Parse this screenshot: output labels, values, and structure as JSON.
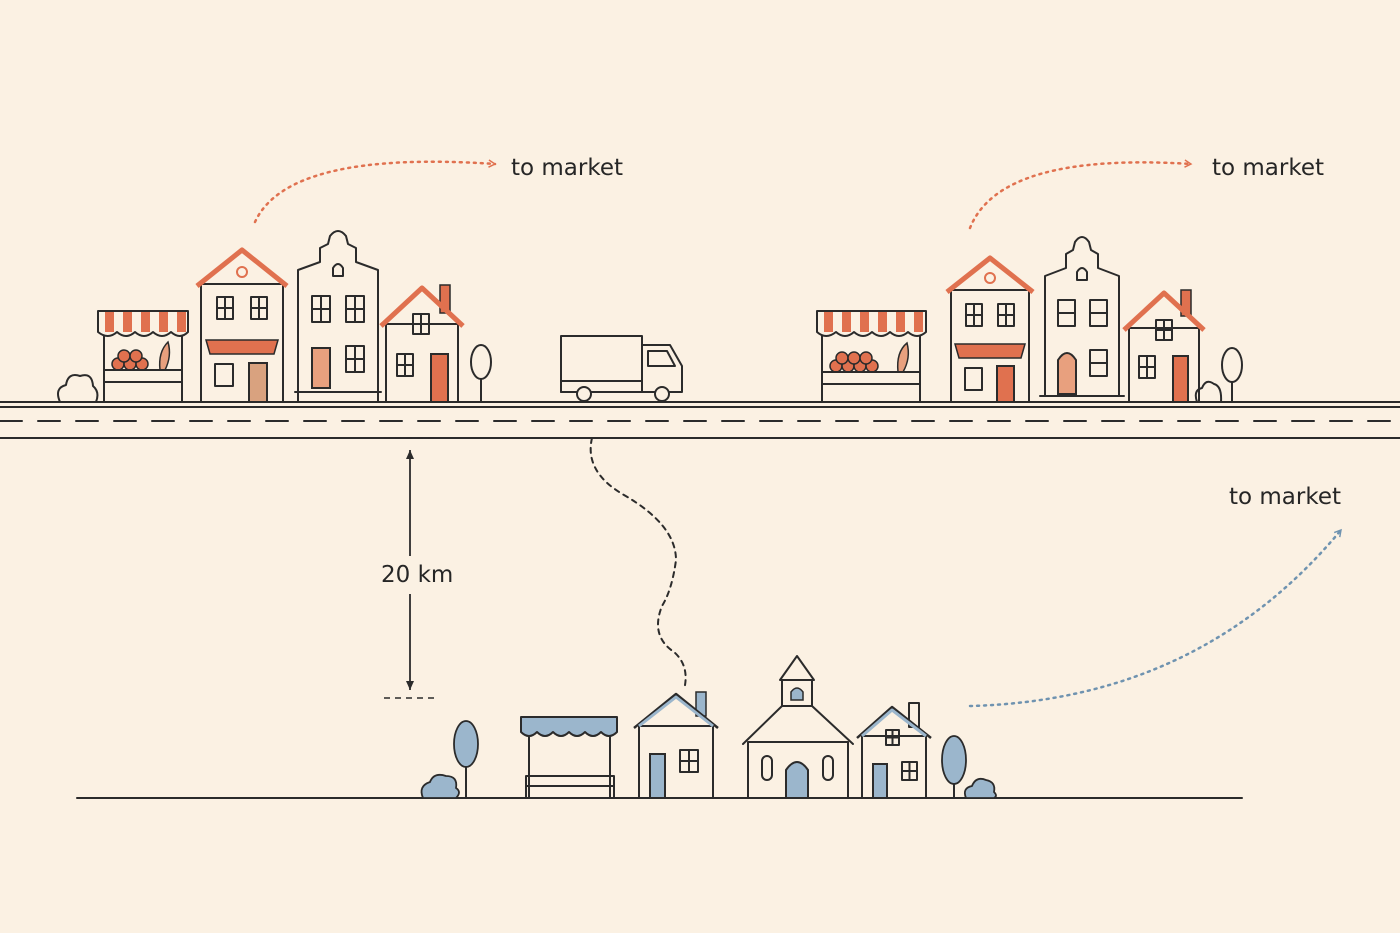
{
  "labels": {
    "market_town_left": "to market",
    "market_town_right": "to market",
    "market_village": "to market",
    "distance": "20 km"
  },
  "icons": {
    "vehicle": "truck-icon",
    "market_stall": "market-stall-icon",
    "church": "church-icon",
    "tree": "tree-icon",
    "bush": "bush-icon"
  },
  "colors": {
    "background": "#fbf1e3",
    "line": "#2b2b2b",
    "town_accent": "#e0714f",
    "village_accent": "#9bb6cc",
    "village_arrow": "#6f93b0"
  }
}
